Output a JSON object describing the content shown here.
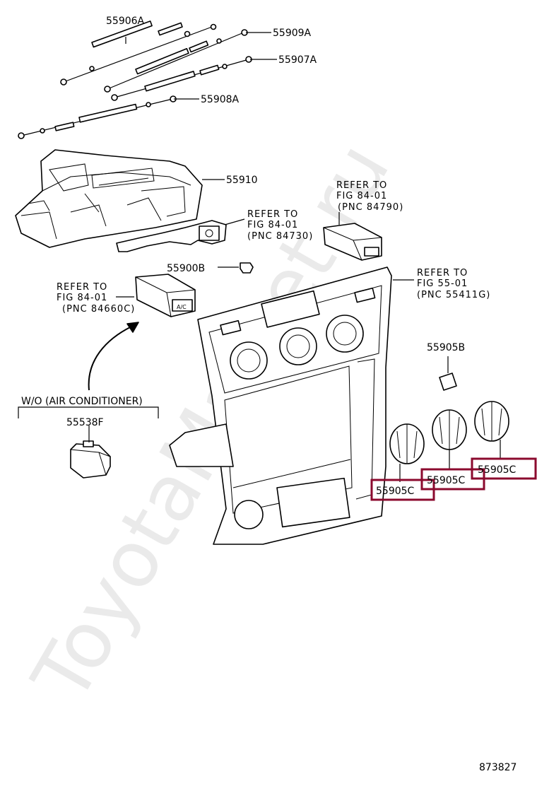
{
  "parts": {
    "p55906A": "55906A",
    "p55909A": "55909A",
    "p55907A": "55907A",
    "p55908A": "55908A",
    "p55910": "55910",
    "p55900B": "55900B",
    "p55905B": "55905B",
    "p55538F": "55538F",
    "p55905C_a": "55905C",
    "p55905C_b": "55905C",
    "p55905C_c": "55905C"
  },
  "refs": {
    "r84790": {
      "line1": "REFER TO",
      "line2": "FIG 84-01",
      "line3": "(PNC 84790)"
    },
    "r84730": {
      "line1": "REFER TO",
      "line2": "FIG 84-01",
      "line3": "(PNC 84730)"
    },
    "r84660C": {
      "line1": "REFER TO",
      "line2": "FIG 84-01",
      "line3": "(PNC 84660C)"
    },
    "r55411G": {
      "line1": "REFER TO",
      "line2": "FIG 55-01",
      "line3": "(PNC 55411G)"
    }
  },
  "variant_note": "W/O (AIR CONDITIONER)",
  "diagram_number": "873827",
  "watermark": "ToyotaMarket.ru",
  "switch_label": "A/C",
  "colors": {
    "highlight": "#8b0a2e"
  }
}
